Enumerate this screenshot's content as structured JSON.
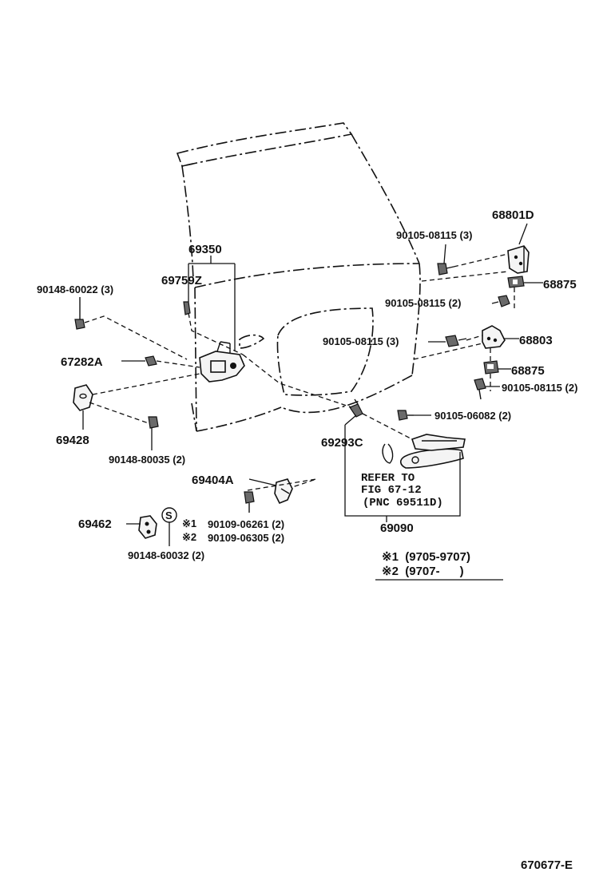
{
  "labels": {
    "p69350": "69350",
    "p69759z": "69759Z",
    "p90148_60022": "90148-60022 (3)",
    "p67282a": "67282A",
    "p69428": "69428",
    "p90148_80035": "90148-80035 (2)",
    "p69404a": "69404A",
    "p69462": "69462",
    "note1_mark": "※1",
    "note2_mark": "※2",
    "p90109_06261": "90109-06261 (2)",
    "p90109_06305": "90109-06305 (2)",
    "p90148_60032": "90148-60032 (2)",
    "s_mark": "S",
    "p68801d": "68801D",
    "p90105_08115_a": "90105-08115 (3)",
    "p68875_a": "68875",
    "p90105_08115_b": "90105-08115 (2)",
    "p90105_08115_c": "90105-08115 (3)",
    "p68803": "68803",
    "p68875_b": "68875",
    "p90105_08115_d": "90105-08115 (2)",
    "p90105_06082": "90105-06082 (2)",
    "p69293c": "69293C",
    "refer_line1": "REFER TO",
    "refer_line2": "FIG 67-12",
    "refer_line3": "(PNC 69511D)",
    "p69090": "69090",
    "legend1": "※1  (9705-9707)",
    "legend2": "※2  (9707-      )",
    "figure_id": "670677-E"
  }
}
